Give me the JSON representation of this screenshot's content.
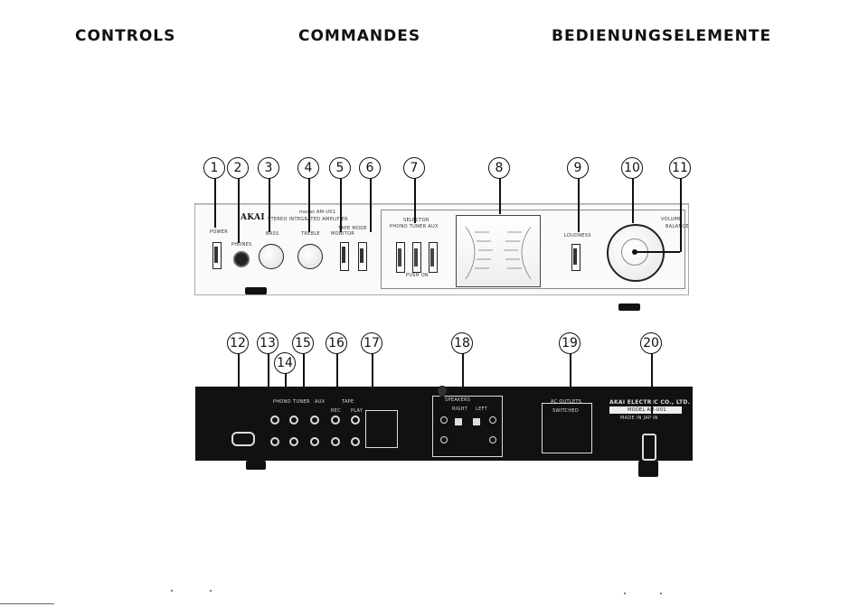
{
  "headers": [
    "CONTROLS",
    "COMMANDES",
    "BEDIENUNGSELEMENTE"
  ],
  "callouts_front": [
    "1",
    "2",
    "3",
    "4",
    "5",
    "6",
    "7",
    "8",
    "9",
    "10",
    "11"
  ],
  "callouts_rear": [
    "12",
    "13",
    "14",
    "15",
    "16",
    "17",
    "18",
    "19",
    "20"
  ],
  "front": {
    "brand": "AKAI",
    "model": "model AM-U01",
    "subtitle": "STEREO INTEGRATED AMPLIFIER",
    "power": "POWER",
    "phones": "PHONES",
    "bass": "BASS",
    "treble": "TREBLE",
    "tape_mode": "TAPE MODE",
    "monitor": "MONITOR",
    "selector": "SELECTOR",
    "selector_items": "PHONO TUNER AUX",
    "push_on": "PUSH ON",
    "loudness": "LOUDNESS",
    "volume": "VOLUME",
    "balance": "BALANCE"
  },
  "rear": {
    "phono": "PHONO",
    "tuner": "TUNER",
    "aux": "AUX",
    "tape": "TAPE",
    "rec": "REC",
    "play": "PLAY",
    "speakers": "SPEAKERS",
    "right": "RIGHT",
    "left": "LEFT",
    "ac_outlets": "AC OUTLETS",
    "switched": "SWITCHED",
    "maker": "AKAI ELECTRIC CO., LTD.",
    "model_plate": "MODEL AM-U01",
    "made_in": "MADE IN JAPAN"
  }
}
